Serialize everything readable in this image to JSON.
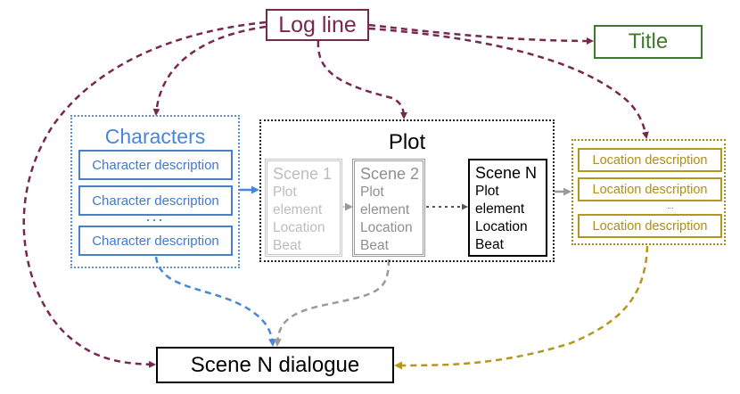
{
  "logline": "Log line",
  "title": "Title",
  "characters": {
    "heading": "Characters",
    "items": [
      "Character description",
      "Character description",
      "Character description"
    ],
    "ellipsis": "..."
  },
  "plot": {
    "heading": "Plot",
    "scenes": [
      {
        "title": "Scene 1",
        "lines": [
          "Plot",
          "element",
          "Location",
          "Beat"
        ]
      },
      {
        "title": "Scene 2",
        "lines": [
          "Plot",
          "element",
          "Location",
          "Beat"
        ]
      },
      {
        "title": "Scene N",
        "lines": [
          "Plot",
          "element",
          "Location",
          "Beat"
        ]
      }
    ]
  },
  "locations": {
    "items": [
      "Location description",
      "Location description",
      "Location description"
    ],
    "ellipsis": "..."
  },
  "dialogue": "Scene N dialogue",
  "colors": {
    "logline": "#76284f",
    "title": "#3d7a2c",
    "characters": "#4a86d8",
    "locations": "#b4961e",
    "plot_arrow": "#9a9a9a"
  }
}
